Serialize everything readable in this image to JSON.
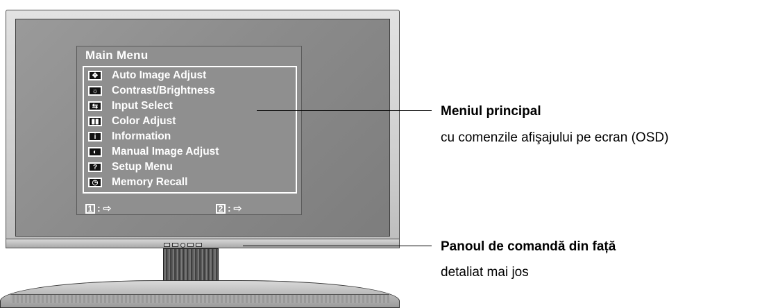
{
  "osd": {
    "title": "Main Menu",
    "items": [
      {
        "label": "Auto Image Adjust",
        "icon": "auto-image-adjust-icon",
        "glyph": "✥"
      },
      {
        "label": "Contrast/Brightness",
        "icon": "contrast-brightness-icon",
        "glyph": "☼"
      },
      {
        "label": "Input Select",
        "icon": "input-select-icon",
        "glyph": "⇆"
      },
      {
        "label": "Color Adjust",
        "icon": "color-adjust-icon",
        "glyph": "▮▮"
      },
      {
        "label": "Information",
        "icon": "information-icon",
        "glyph": "i"
      },
      {
        "label": "Manual Image Adjust",
        "icon": "manual-image-adjust-icon",
        "glyph": "◐"
      },
      {
        "label": "Setup Menu",
        "icon": "setup-menu-icon",
        "glyph": "?"
      },
      {
        "label": "Memory Recall",
        "icon": "memory-recall-icon",
        "glyph": "◷"
      }
    ],
    "footer": [
      {
        "key": "1",
        "action": ": ⇨"
      },
      {
        "key": "2",
        "action": ": ⇨"
      }
    ]
  },
  "callouts": {
    "main_menu": {
      "title": "Meniul principal",
      "text": "cu comenzile afişajului pe ecran (OSD)"
    },
    "control_panel": {
      "title": "Panoul de comandă din față",
      "text": "detaliat mai jos"
    }
  }
}
